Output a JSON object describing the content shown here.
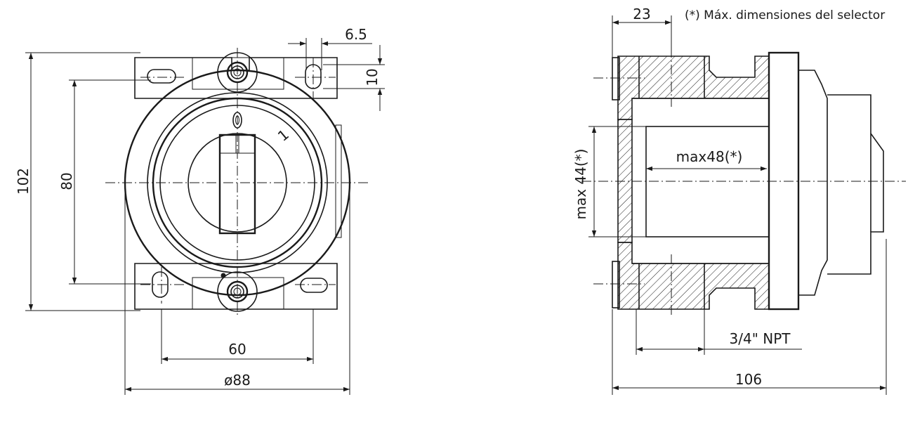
{
  "note": "(*) Máx. dimensiones del selector",
  "front_view": {
    "dim_height_total": "102",
    "dim_height_holes": "80",
    "dim_slot_width": "6.5",
    "dim_slot_height": "10",
    "dim_holes_spacing": "60",
    "dim_diameter": "ø88",
    "position_mark": "1"
  },
  "side_view": {
    "dim_flange": "23",
    "dim_max_depth": "max48(*)",
    "dim_max_height": "max 44(*)",
    "dim_thread": "3/4\" NPT",
    "dim_total_length": "106"
  }
}
